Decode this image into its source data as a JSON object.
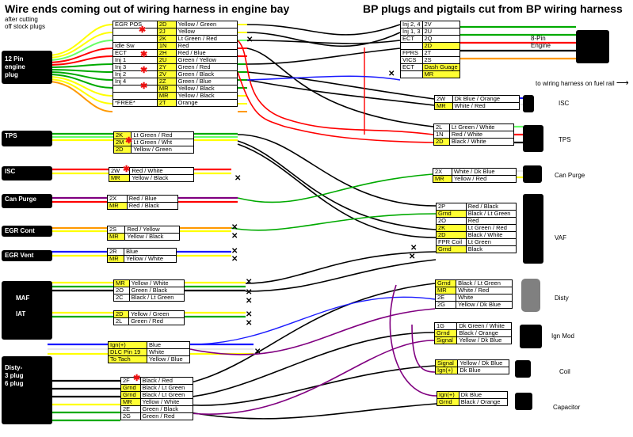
{
  "left_title": "Wire ends coming out of wiring harness in engine bay",
  "right_title": "BP plugs and pigtails cut from BP wiring harness",
  "note_lines": [
    "after cutting",
    "off stock plugs"
  ],
  "fuel_rail_note": "to wiring harness on fuel rail",
  "left_plugs": {
    "p12": [
      "12 Pin",
      "engine",
      "plug"
    ],
    "tps": "TPS",
    "isc": "ISC",
    "canp": "Can Purge",
    "egrc": "EGR Cont",
    "egrv": "EGR Vent",
    "maf": "MAF",
    "iat": "IAT",
    "disty": [
      "Disty-",
      "3 plug",
      "6 plug"
    ]
  },
  "right_devices": {
    "engine8": [
      "8-Pin",
      "Engine"
    ],
    "isc": "ISC",
    "tps": "TPS",
    "canp": "Can Purge",
    "vaf": "VAF",
    "disty": "Disty",
    "ignmod": "Ign Mod",
    "coil": "Coil",
    "cap": "Capacitor"
  },
  "tables": {
    "main12": [
      [
        "EGR POS",
        "2D",
        "Yellow / Green"
      ],
      [
        "",
        "2J",
        "Yellow"
      ],
      [
        "",
        "2K",
        "Lt Green / Red"
      ],
      [
        "Idle Sw",
        "1N",
        "Red"
      ],
      [
        "ECT",
        "2H",
        "Red / Blue"
      ],
      [
        "Inj 1",
        "2U",
        "Green / Yellow"
      ],
      [
        "Inj 3",
        "2Y",
        "Green / Red"
      ],
      [
        "Inj 2",
        "2V",
        "Green / Black"
      ],
      [
        "Inj 4",
        "2Z",
        "Green / Blue"
      ],
      [
        "",
        "MR",
        "Yellow / Black"
      ],
      [
        "",
        "MR",
        "Yellow / Black"
      ],
      [
        "*FREE*",
        "2T",
        "Orange"
      ]
    ],
    "tps": [
      [
        "2K",
        "Lt Green / Red"
      ],
      [
        "2M",
        "Lt Green / Wht"
      ],
      [
        "2D",
        "Yellow / Green"
      ]
    ],
    "isc": [
      [
        "2W",
        "Red / White"
      ],
      [
        "MR",
        "Yellow / Black"
      ]
    ],
    "canp": [
      [
        "2X",
        "Red / Blue"
      ],
      [
        "MR",
        "Red / Black"
      ]
    ],
    "egrc": [
      [
        "2S",
        "Red / Yellow"
      ],
      [
        "MR",
        "Yellow / Black"
      ]
    ],
    "egrv": [
      [
        "2R",
        "Blue"
      ],
      [
        "MR",
        "Yellow / White"
      ]
    ],
    "maf": [
      [
        "MR",
        "Yellow / White"
      ],
      [
        "2O",
        "Green / Black"
      ],
      [
        "2C",
        "Black / Lt Green"
      ]
    ],
    "iat": [
      [
        "2D",
        "Yellow / Green"
      ],
      [
        "2L",
        "Green / Red"
      ]
    ],
    "dlc": [
      [
        "Ign(+)",
        "Blue"
      ],
      [
        "DLC Pin 19",
        "White"
      ],
      [
        "To Tach",
        "Yellow / Blue"
      ]
    ],
    "disty": [
      [
        "2F",
        "Black / Red"
      ],
      [
        "Grnd",
        "Black / Lt Green"
      ],
      [
        "Grnd",
        "Black / Lt Green"
      ],
      [
        "MR",
        "Yellow / White"
      ],
      [
        "2E",
        "Green / Black"
      ],
      [
        "2G",
        "Green / Red"
      ]
    ],
    "eng8": [
      [
        "Inj 2, 4",
        "2V"
      ],
      [
        "Inj 1, 3",
        "2U"
      ],
      [
        "ECT",
        "2Q"
      ],
      [
        "",
        "2D"
      ],
      [
        "FPRS",
        "2T"
      ],
      [
        "VICS",
        "2S"
      ],
      [
        "ECT",
        "Dash Guage"
      ],
      [
        "",
        "MR"
      ]
    ],
    "r_isc": [
      [
        "2W",
        "Dk Blue / Orange"
      ],
      [
        "MR",
        "White / Red"
      ]
    ],
    "r_tps": [
      [
        "2L",
        "Lt Green / White"
      ],
      [
        "1N",
        "Red / White"
      ],
      [
        "2D",
        "Black / White"
      ]
    ],
    "r_canp": [
      [
        "2X",
        "White / Dk Blue"
      ],
      [
        "MR",
        "Yellow / Red"
      ]
    ],
    "r_vaf": [
      [
        "2P",
        "Red / Black"
      ],
      [
        "Grnd",
        "Black / Lt Green"
      ],
      [
        "2O",
        "Red"
      ],
      [
        "2K",
        "Lt Green / Red"
      ],
      [
        "2D",
        "Black / White"
      ],
      [
        "FPR Coil",
        "Lt Green"
      ],
      [
        "Grnd",
        "Black"
      ]
    ],
    "r_disty": [
      [
        "Grnd",
        "Black / Lt Green"
      ],
      [
        "MR",
        "White / Red"
      ],
      [
        "2E",
        "White"
      ],
      [
        "2G",
        "Yellow / Dk Blue"
      ]
    ],
    "r_ign": [
      [
        "1G",
        "Dk Green / White"
      ],
      [
        "Grnd",
        "Black / Orange"
      ],
      [
        "Signal",
        "Yellow / Dk Blue"
      ]
    ],
    "r_coil": [
      [
        "Signal",
        "Yellow / Dk Blue"
      ],
      [
        "Ign(+)",
        "Dk Blue"
      ]
    ],
    "r_cap": [
      [
        "Ign(+)",
        "Dk Blue"
      ],
      [
        "Grnd",
        "Black / Orange"
      ]
    ]
  },
  "colors": {
    "black": "#000000",
    "red": "#ff0000",
    "purple": "#800080",
    "blue": "#1a1aff",
    "green": "#00aa00",
    "yellow": "#ffff00",
    "orange": "#ff9900",
    "ltgreen": "#66ff66",
    "white": "#e8e8e8",
    "pink": "#ff8080"
  }
}
